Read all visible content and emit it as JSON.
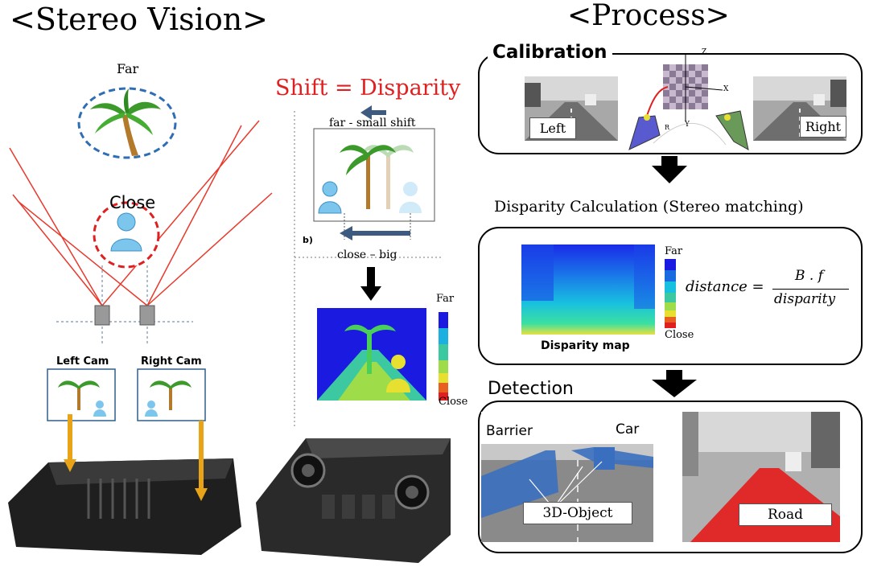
{
  "left": {
    "title": "<Stereo Vision>",
    "far_label": "Far",
    "close_label": "Close",
    "left_cam_label": "Left Cam",
    "right_cam_label": "Right Cam"
  },
  "middle": {
    "heading": "Shift = Disparity",
    "far_shift": "far - small shift",
    "panel_letter": "b)",
    "close_shift": "close – big",
    "legend_far": "Far",
    "legend_close": "Close"
  },
  "right": {
    "title": "<Process>",
    "calibration": {
      "heading": "Calibration",
      "left_label": "Left",
      "right_label": "Right",
      "axis_z": "Z",
      "axis_x": "X",
      "axis_y": "Y",
      "axis_r": "R"
    },
    "disparity": {
      "heading": "Disparity Calculation (Stereo matching)",
      "map_label": "Disparity  map",
      "legend_far": "Far",
      "legend_close": "Close",
      "formula_lhs": "distance =",
      "formula_num": "B . f",
      "formula_den": "disparity"
    },
    "detection": {
      "heading": "Detection",
      "barrier": "Barrier",
      "car": "Car",
      "object_label": "3D-Object",
      "road_label": "Road"
    }
  },
  "colors": {
    "ray": "#e8392b",
    "far_ring": "#2f6db5",
    "close_ring": "#e02020",
    "heading_red": "#e02020",
    "arrow_blue": "#3d5a80",
    "orange_arrow": "#e8a317",
    "barrier_blue": "#3a6fbf",
    "road_red": "#e02a2a"
  }
}
